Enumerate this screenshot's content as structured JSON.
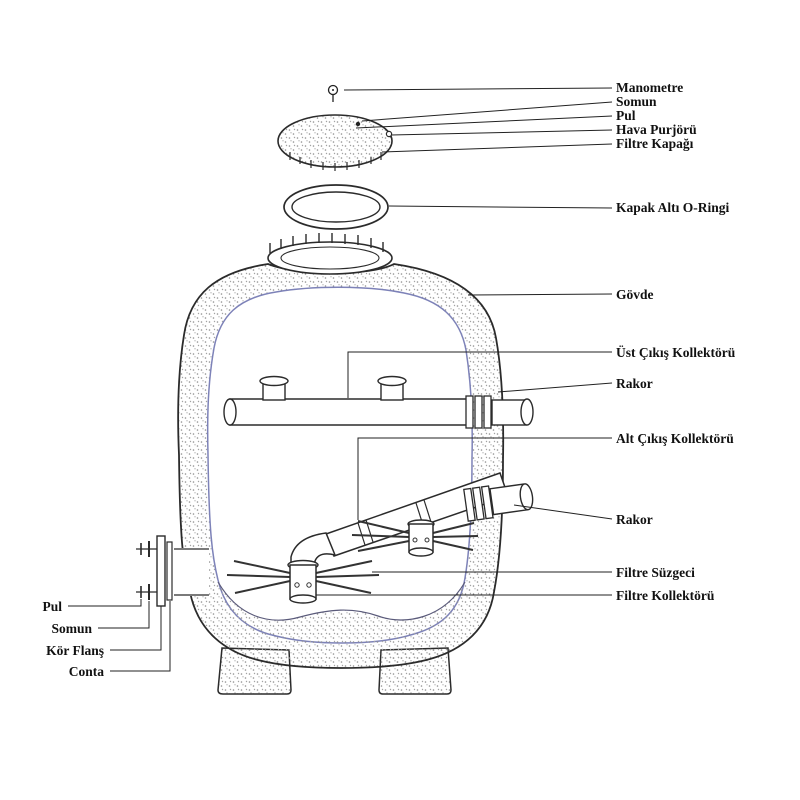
{
  "diagram": {
    "kind": "sand-filter-exploded-parts-diagram",
    "right_labels": [
      {
        "id": "manometre",
        "text": "Manometre"
      },
      {
        "id": "somun",
        "text": "Somun"
      },
      {
        "id": "pul",
        "text": "Pul"
      },
      {
        "id": "hava-purjoru",
        "text": "Hava Purjörü"
      },
      {
        "id": "filtre-kapagi",
        "text": "Filtre Kapağı"
      },
      {
        "id": "kapak-alti-o-ringi",
        "text": "Kapak Altı O-Ringi"
      },
      {
        "id": "govde",
        "text": "Gövde"
      },
      {
        "id": "ust-cikis-kollektoru",
        "text": "Üst Çıkış Kollektörü"
      },
      {
        "id": "rakor-ust",
        "text": "Rakor"
      },
      {
        "id": "alt-cikis-kollektoru",
        "text": "Alt Çıkış Kollektörü"
      },
      {
        "id": "rakor-alt",
        "text": "Rakor"
      },
      {
        "id": "filtre-suzgeci",
        "text": "Filtre Süzgeci"
      },
      {
        "id": "filtre-kollektoru",
        "text": "Filtre Kollektörü"
      }
    ],
    "left_labels": [
      {
        "id": "pul-sol",
        "text": "Pul"
      },
      {
        "id": "somun-sol",
        "text": "Somun"
      },
      {
        "id": "kor-flans",
        "text": "Kör Flanş"
      },
      {
        "id": "conta",
        "text": "Conta"
      }
    ],
    "colors": {
      "line": "#2b2b2b",
      "inner_wall": "#7d82b8",
      "stipple": "#8f8f8f",
      "label": "#111111",
      "background": "#ffffff"
    }
  }
}
